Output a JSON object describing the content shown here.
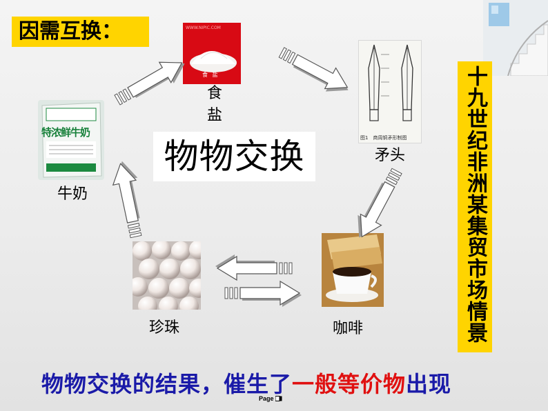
{
  "title": "因需互换：",
  "center_label": "物物交换",
  "side_caption": "十九世纪非洲某集贸市场情景",
  "items": {
    "salt": {
      "label": "食盐",
      "image_label": "食 盐",
      "watermark": "WWW.NIPIC.COM"
    },
    "spear": {
      "label": "矛头",
      "image_caption": "图1　商周铜矛形制图"
    },
    "milk": {
      "label": "牛奶",
      "image_brand": "特浓鲜牛奶"
    },
    "pearl": {
      "label": "珍珠"
    },
    "coffee": {
      "label": "咖啡"
    }
  },
  "conclusion": {
    "part1": "物物交换的结果，催生了",
    "part2": "一般等价物",
    "part3": "出现"
  },
  "footer": {
    "page_label": "Page"
  },
  "colors": {
    "title_bg": "#ffd400",
    "side_bg": "#ffd400",
    "conclusion_blue": "#1a1aa8",
    "conclusion_red": "#e01010",
    "arrow_fill": "#ffffff",
    "arrow_shadow": "#9a9a9a"
  }
}
